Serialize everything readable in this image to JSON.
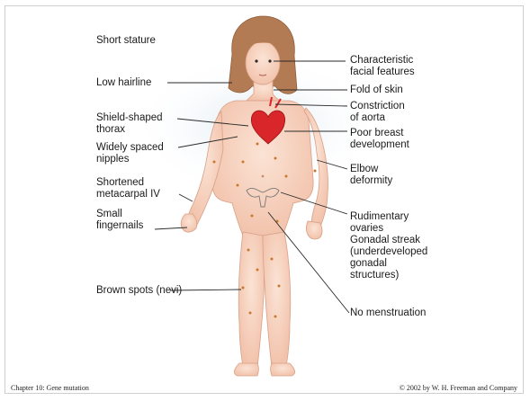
{
  "left_labels": [
    {
      "id": "short-stature",
      "text": "Short stature"
    },
    {
      "id": "low-hairline",
      "text": "Low hairline"
    },
    {
      "id": "shield-thorax",
      "text": "Shield-shaped\nthorax"
    },
    {
      "id": "spaced-nipples",
      "text": "Widely spaced\nnipples"
    },
    {
      "id": "shortened-metacarpal",
      "text": "Shortened\nmetacarpal IV"
    },
    {
      "id": "small-fingernails",
      "text": "Small\nfingernails"
    },
    {
      "id": "brown-spots",
      "text": "Brown spots (nevi)"
    }
  ],
  "right_labels": [
    {
      "id": "facial-features",
      "text": "Characteristic\nfacial features"
    },
    {
      "id": "fold-skin",
      "text": "Fold of skin"
    },
    {
      "id": "constriction-aorta",
      "text": "Constriction\nof aorta"
    },
    {
      "id": "poor-breast",
      "text": "Poor breast\ndevelopment"
    },
    {
      "id": "elbow-deformity",
      "text": "Elbow\ndeformity"
    },
    {
      "id": "rudimentary-ovaries",
      "text": "Rudimentary\novaries\nGonadal streak\n(underdeveloped\ngonadal\nstructures)"
    },
    {
      "id": "no-menstruation",
      "text": "No menstruation"
    }
  ],
  "footer": {
    "left": "Chapter 10: Gene mutation",
    "right": "© 2002 by W. H. Freeman and Company"
  },
  "colors": {
    "skin": "#f8d6c4",
    "skin_shadow": "#eab49c",
    "hair": "#b07a52",
    "heart": "#d8262a",
    "spot": "#c87a2c"
  }
}
